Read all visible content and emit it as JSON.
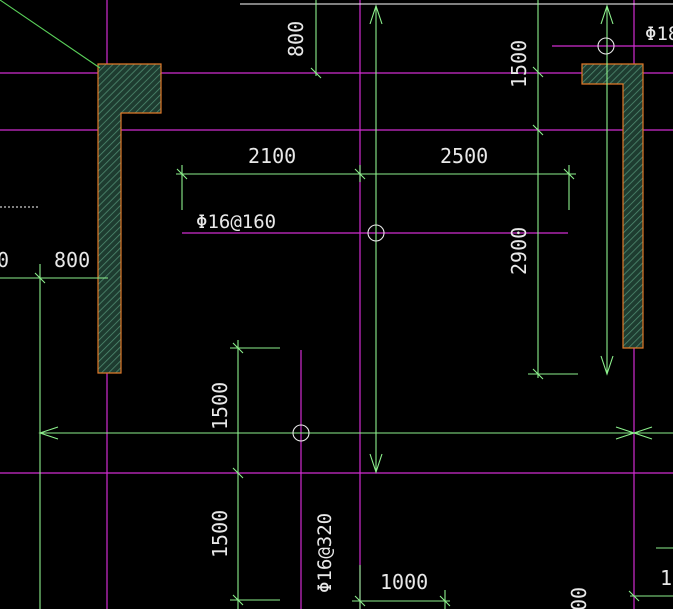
{
  "colors": {
    "background": "#000000",
    "axis_line": "#d02cd0",
    "dimension_line": "#8cf08c",
    "leader_line": "#5ad05a",
    "wall_outline": "#e07828",
    "wall_hatch": "#3a6a56",
    "text": "#e8e8e8",
    "frame": "#ffffff"
  },
  "dimensions": {
    "top_left_800": "800",
    "top_right_1500": "1500",
    "span_2100": "2100",
    "span_2500": "2500",
    "right_2900": "2900",
    "left_800": "800",
    "left_edge_0": "0",
    "lower_1500_a": "1500",
    "lower_1500_b": "1500",
    "bottom_1000": "1000",
    "bottom_right_00": "00",
    "bottom_right_1": "1"
  },
  "rebar_labels": {
    "top_right": "Φ18",
    "center": "Φ16@160",
    "bottom": "Φ16@320"
  }
}
